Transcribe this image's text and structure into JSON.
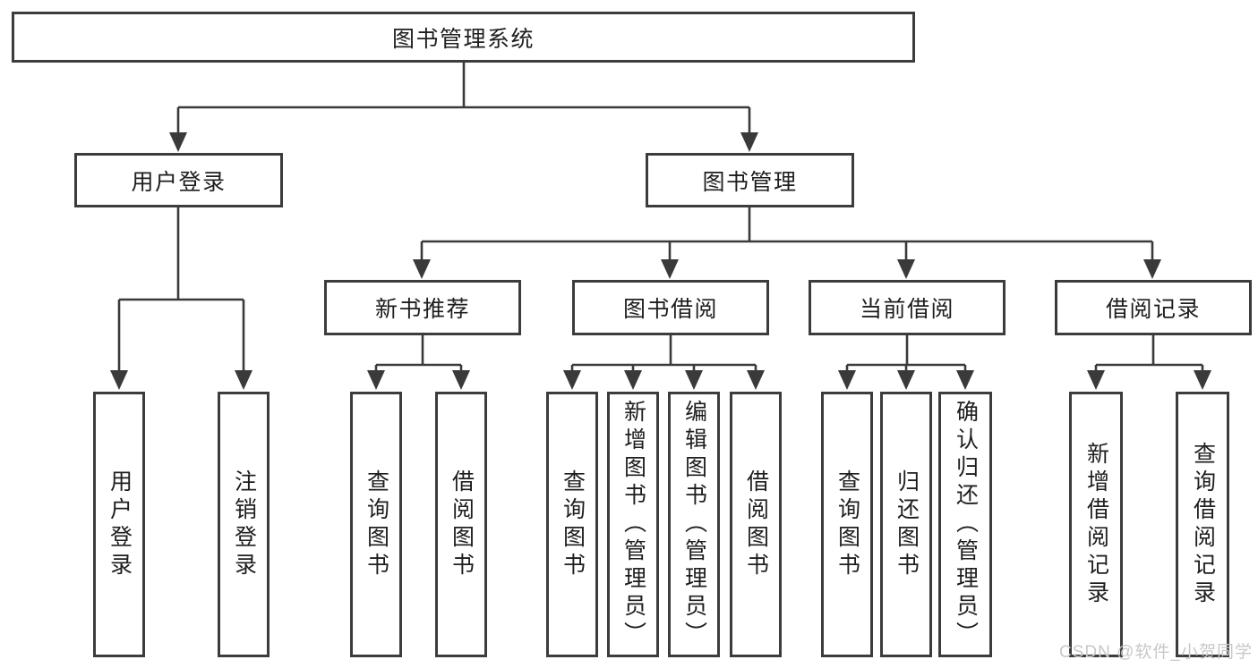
{
  "colors": {
    "line": "#3a3a3a",
    "border": "#3c3c3c",
    "text": "#1e1e1e",
    "watermark_text": "#c8c8c8",
    "background": "#ffffff"
  },
  "diagram": {
    "root": {
      "label": "图书管理系统"
    },
    "children": [
      {
        "label": "用户登录",
        "children": [
          {
            "label": "用户登录"
          },
          {
            "label": "注销登录"
          }
        ]
      },
      {
        "label": "图书管理",
        "children": [
          {
            "label": "新书推荐",
            "children": [
              {
                "label": "查询图书"
              },
              {
                "label": "借阅图书"
              }
            ]
          },
          {
            "label": "图书借阅",
            "children": [
              {
                "label": "查询图书"
              },
              {
                "label": "新增图书（管理员）"
              },
              {
                "label": "编辑图书（管理员）"
              },
              {
                "label": "借阅图书"
              }
            ]
          },
          {
            "label": "当前借阅",
            "children": [
              {
                "label": "查询图书"
              },
              {
                "label": "归还图书"
              },
              {
                "label": "确认归还（管理员）"
              }
            ]
          },
          {
            "label": "借阅记录",
            "children": [
              {
                "label": "新增借阅记录"
              },
              {
                "label": "查询借阅记录"
              }
            ]
          }
        ]
      }
    ]
  },
  "watermark": {
    "text": "CSDN @软件_小贺同学"
  }
}
